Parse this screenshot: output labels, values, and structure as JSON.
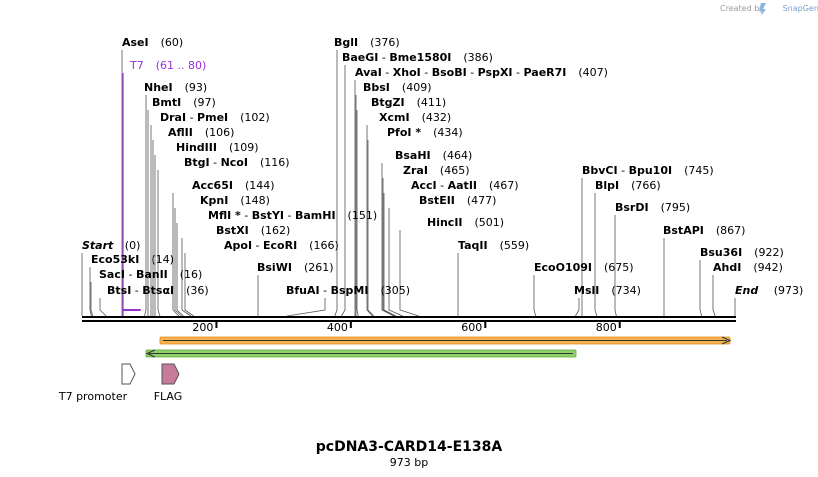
{
  "credit": {
    "prefix": "Created by",
    "brand": "SnapGene"
  },
  "map": {
    "title": "pcDNA3-CARD14-E138A",
    "subtitle": "973 bp",
    "length": 973,
    "start_label": "Start",
    "start_pos": "(0)",
    "end_label": "End",
    "end_pos": "(973)"
  },
  "ticks": [
    "200",
    "400",
    "600",
    "800"
  ],
  "tick_values": [
    200,
    400,
    600,
    800
  ],
  "sites": [
    {
      "names": [
        "AseI"
      ],
      "pos": "(60)",
      "site": 60
    },
    {
      "names": [
        "T7"
      ],
      "pos": "(61 .. 80)",
      "site": 61,
      "primer": true
    },
    {
      "names": [
        "NheI"
      ],
      "pos": "(93)",
      "site": 93
    },
    {
      "names": [
        "BmtI"
      ],
      "pos": "(97)",
      "site": 97
    },
    {
      "names": [
        "DraI",
        "PmeI"
      ],
      "pos": "(102)",
      "site": 102
    },
    {
      "names": [
        "AflII"
      ],
      "pos": "(106)",
      "site": 106
    },
    {
      "names": [
        "HindIII"
      ],
      "pos": "(109)",
      "site": 109
    },
    {
      "names": [
        "BtgI",
        "NcoI"
      ],
      "pos": "(116)",
      "site": 116
    },
    {
      "names": [
        "Acc65I"
      ],
      "pos": "(144)",
      "site": 144
    },
    {
      "names": [
        "KpnI"
      ],
      "pos": "(148)",
      "site": 148
    },
    {
      "names": [
        "MflI *",
        "BstYI",
        "BamHI"
      ],
      "pos": "(151)",
      "site": 151
    },
    {
      "names": [
        "BstXI"
      ],
      "pos": "(162)",
      "site": 162
    },
    {
      "names": [
        "ApoI",
        "EcoRI"
      ],
      "pos": "(166)",
      "site": 166
    },
    {
      "names": [
        "Eco53kI"
      ],
      "pos": "(14)",
      "site": 14
    },
    {
      "names": [
        "SacI",
        "BanII"
      ],
      "pos": "(16)",
      "site": 16
    },
    {
      "names": [
        "BtsI",
        "BtsαI"
      ],
      "pos": "(36)",
      "site": 36
    },
    {
      "names": [
        "BsiWI"
      ],
      "pos": "(261)",
      "site": 261
    },
    {
      "names": [
        "BfuAI",
        "BspMI"
      ],
      "pos": "(305)",
      "site": 305
    },
    {
      "names": [
        "BglI"
      ],
      "pos": "(376)",
      "site": 376
    },
    {
      "names": [
        "BaeGI",
        "Bme1580I"
      ],
      "pos": "(386)",
      "site": 386
    },
    {
      "names": [
        "AvaI",
        "XhoI",
        "BsoBI",
        "PspXI",
        "PaeR7I"
      ],
      "pos": "(407)",
      "site": 407
    },
    {
      "names": [
        "BbsI"
      ],
      "pos": "(409)",
      "site": 409
    },
    {
      "names": [
        "BtgZI"
      ],
      "pos": "(411)",
      "site": 411
    },
    {
      "names": [
        "XcmI"
      ],
      "pos": "(432)",
      "site": 432
    },
    {
      "names": [
        "PfoI *"
      ],
      "pos": "(434)",
      "site": 434
    },
    {
      "names": [
        "BsaHI"
      ],
      "pos": "(464)",
      "site": 464
    },
    {
      "names": [
        "ZraI"
      ],
      "pos": "(465)",
      "site": 465
    },
    {
      "names": [
        "AccI",
        "AatII"
      ],
      "pos": "(467)",
      "site": 467
    },
    {
      "names": [
        "BstEII"
      ],
      "pos": "(477)",
      "site": 477
    },
    {
      "names": [
        "HincII"
      ],
      "pos": "(501)",
      "site": 501
    },
    {
      "names": [
        "TaqII"
      ],
      "pos": "(559)",
      "site": 559
    },
    {
      "names": [
        "EcoO109I"
      ],
      "pos": "(675)",
      "site": 675
    },
    {
      "names": [
        "MslI"
      ],
      "pos": "(734)",
      "site": 734
    },
    {
      "names": [
        "BbvCI",
        "Bpu10I"
      ],
      "pos": "(745)",
      "site": 745
    },
    {
      "names": [
        "BlpI"
      ],
      "pos": "(766)",
      "site": 766
    },
    {
      "names": [
        "BsrDI"
      ],
      "pos": "(795)",
      "site": 795
    },
    {
      "names": [
        "BstAPI"
      ],
      "pos": "(867)",
      "site": 867
    },
    {
      "names": [
        "Bsu36I"
      ],
      "pos": "(922)",
      "site": 922
    },
    {
      "names": [
        "AhdI"
      ],
      "pos": "(942)",
      "site": 942
    }
  ],
  "features": [
    {
      "name": "T7 promoter",
      "kind": "promoter",
      "color": "#ffffff"
    },
    {
      "name": "FLAG",
      "kind": "tag",
      "color": "#c77b9b"
    }
  ],
  "orf_colors": {
    "top": "#f5a623",
    "bottom": "#6cc04a"
  }
}
